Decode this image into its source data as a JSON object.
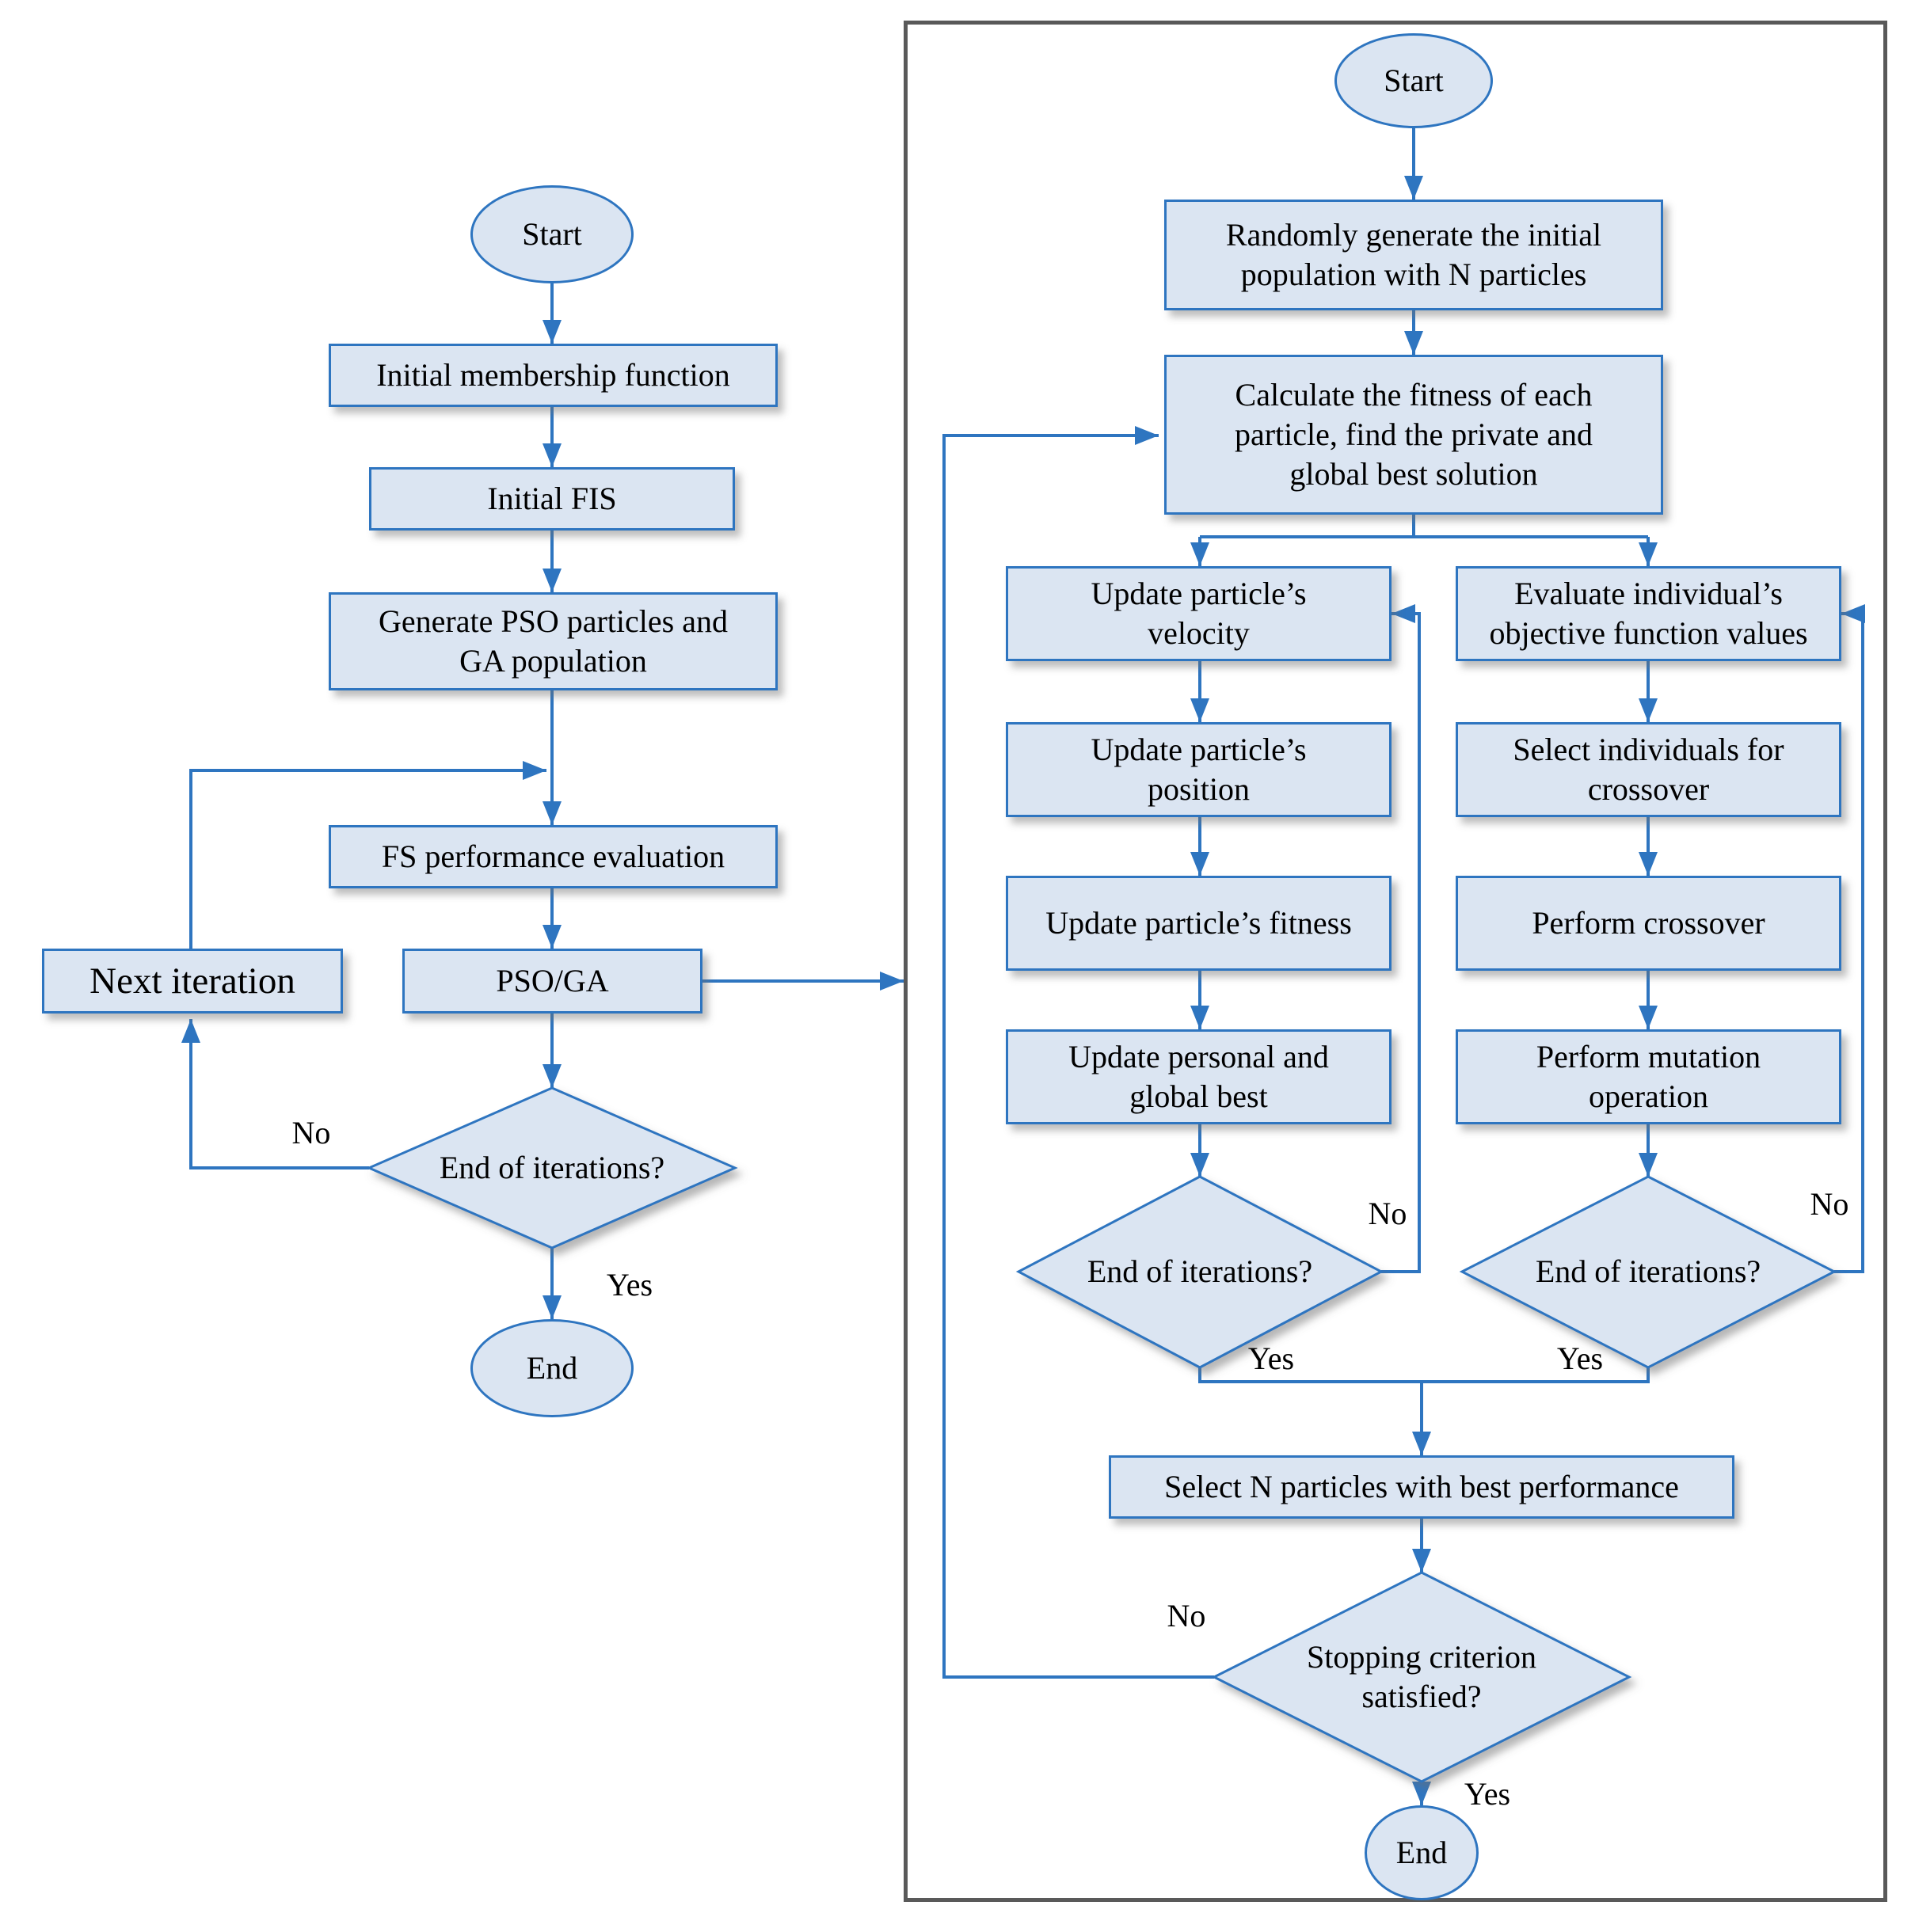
{
  "colors": {
    "node_fill": "#dbe5f2",
    "node_border": "#2e75c0",
    "line": "#2e75c0",
    "panel_border": "#595959",
    "text": "#000000"
  },
  "labels": {
    "no": "No",
    "yes": "Yes"
  },
  "left_chart": {
    "start": "Start",
    "end": "End",
    "nodes": {
      "initial_membership": "Initial membership function",
      "initial_fis": "Initial FIS",
      "generate": "Generate PSO particles and GA population",
      "fs_eval": "FS performance evaluation",
      "pso_ga": "PSO/GA",
      "next_iteration": "Next iteration",
      "end_of_iterations": "End of iterations?"
    }
  },
  "right_chart": {
    "start": "Start",
    "end": "End",
    "nodes": {
      "random_init": "Randomly generate the initial population with N particles",
      "calc_fitness": "Calculate the fitness of each particle, find the private and global best solution",
      "select_best": "Select N particles with best performance",
      "stopping": "Stopping criterion satisfied?",
      "pso_end_iter": "End of iterations?",
      "ga_end_iter": "End of iterations?"
    },
    "pso_steps": [
      "Update particle’s velocity",
      "Update particle’s position",
      "Update particle’s fitness",
      "Update personal and global best"
    ],
    "ga_steps": [
      "Evaluate individual’s objective function values",
      "Select individuals for crossover",
      "Perform crossover",
      "Perform mutation operation"
    ]
  }
}
